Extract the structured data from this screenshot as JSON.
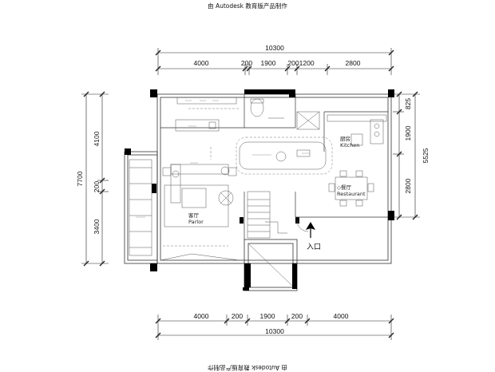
{
  "watermark": {
    "top": "由 Autodesk 教育版产品制作",
    "bottom": "由 Autodesk 教育版产品制作"
  },
  "dimensions": {
    "top_total": "10300",
    "top_segments": [
      "4000",
      "200",
      "1900",
      "2001200",
      "2800"
    ],
    "bottom_total": "10300",
    "bottom_segments": [
      "4000",
      "200",
      "1900",
      "200",
      "4000"
    ],
    "left_total": "7700",
    "left_segments": [
      "4100",
      "200",
      "3400"
    ],
    "right_total": "5525",
    "right_segments": [
      "825",
      "1900",
      "2800"
    ]
  },
  "rooms": {
    "kitchen_cn": "厨房",
    "kitchen_en": "Kitchen",
    "dining_cn": "◇餐厅",
    "dining_en": "Restaurant",
    "living_cn": "客厅",
    "living_en": "Parlor"
  },
  "entry_label": "入口"
}
